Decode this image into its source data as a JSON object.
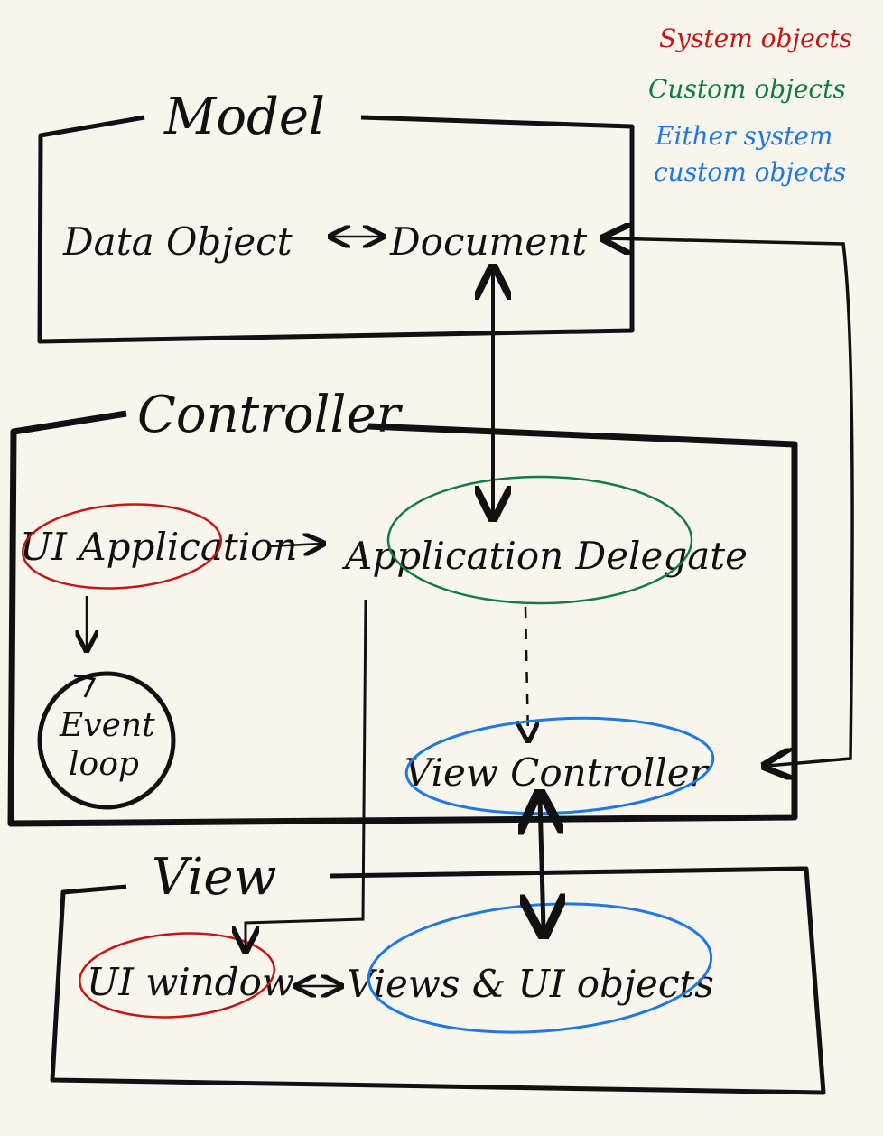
{
  "legend": {
    "system_objects": "System objects",
    "custom_objects": "Custom objects",
    "either_line1": "Either system",
    "either_line2": "custom objects",
    "colors": {
      "system": "#c81414",
      "custom": "#147a46",
      "either": "#1f78e6"
    }
  },
  "model": {
    "title": "Model",
    "data_object": "Data Object",
    "document": "Document"
  },
  "controller": {
    "title": "Controller",
    "ui_application": "UI Application",
    "application_delegate": "Application Delegate",
    "event_loop_line1": "Event",
    "event_loop_line2": "loop",
    "view_controller": "View Controller"
  },
  "view": {
    "title": "View",
    "ui_window": "UI window",
    "views_ui_objects": "Views & UI objects"
  }
}
